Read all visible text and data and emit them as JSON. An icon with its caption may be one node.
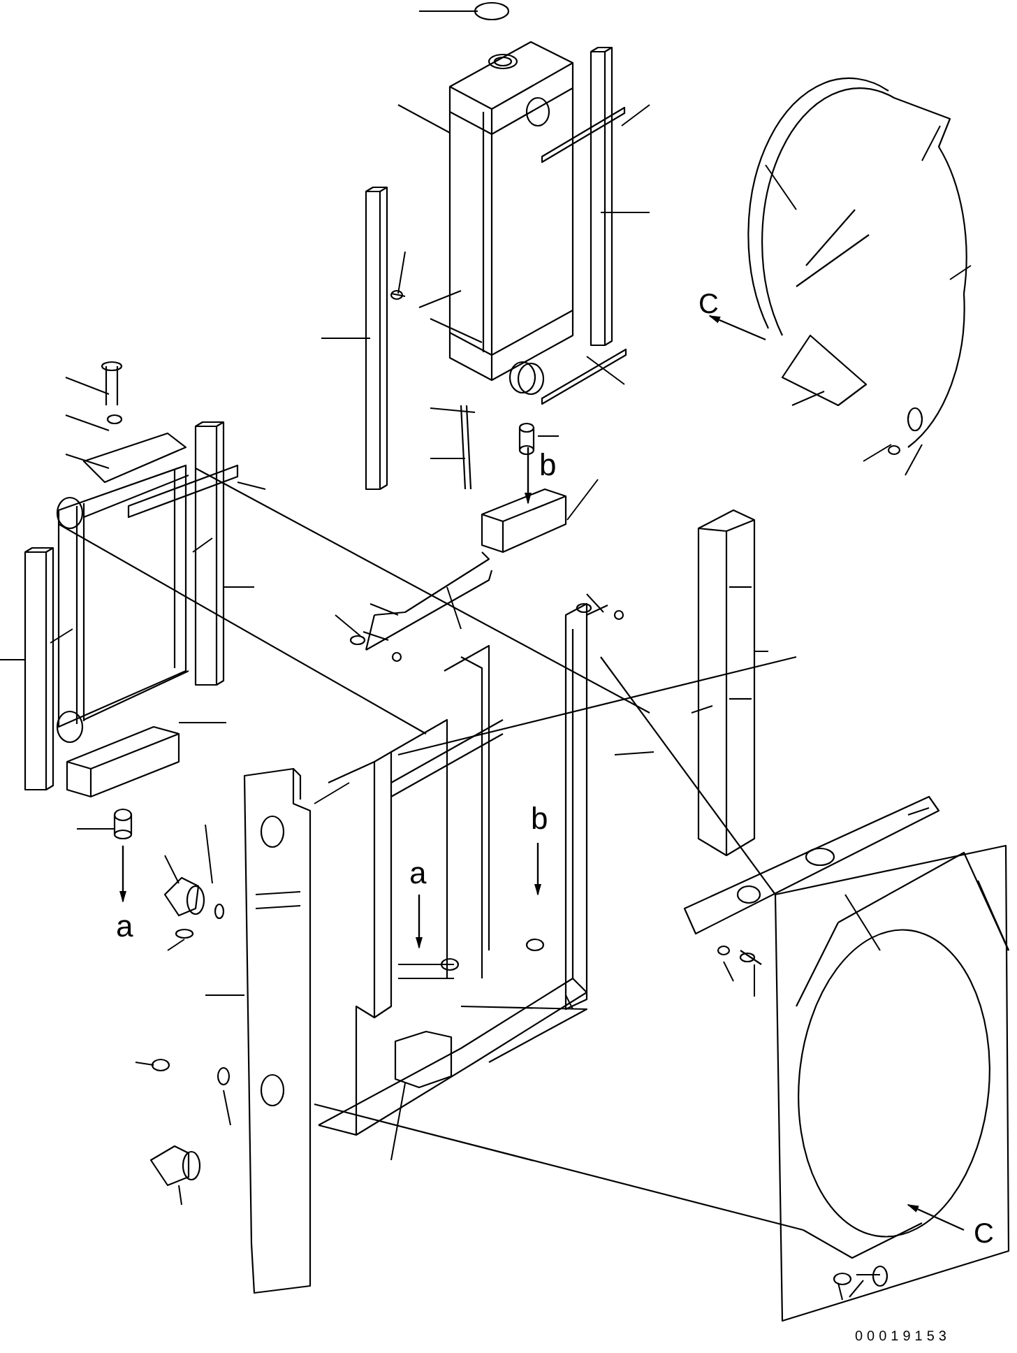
{
  "diagram": {
    "labels": [
      "C",
      "b",
      "b",
      "a",
      "a",
      "C",
      "00019153"
    ]
  }
}
